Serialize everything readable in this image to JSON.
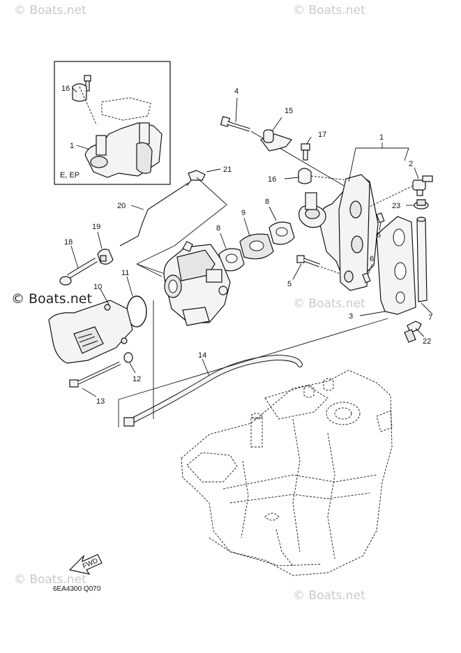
{
  "watermarks": {
    "top_left": "© Boats.net",
    "top_right": "© Boats.net",
    "mid_left": "© Boats.net",
    "mid_right": "© Boats.net",
    "bottom_left": "© Boats.net",
    "bottom_right": "© Boats.net"
  },
  "inset": {
    "variant_label": "E, EP",
    "callout_16": "16",
    "callout_1": "1"
  },
  "callouts": {
    "c1": "1",
    "c2": "2",
    "c3": "3",
    "c4": "4",
    "c5": "5",
    "c6a": "6",
    "c6b": "6",
    "c7": "7",
    "c8a": "8",
    "c8b": "8",
    "c9": "9",
    "c10": "10",
    "c11": "11",
    "c12": "12",
    "c13": "13",
    "c14": "14",
    "c15": "15",
    "c16": "16",
    "c17": "17",
    "c18": "18",
    "c19": "19",
    "c20": "20",
    "c21": "21",
    "c22": "22",
    "c23": "23"
  },
  "direction_label": "FWD",
  "diagram_code": "6EA4300 Q070",
  "colors": {
    "line": "#111111",
    "watermark": "#c9c9c9"
  }
}
